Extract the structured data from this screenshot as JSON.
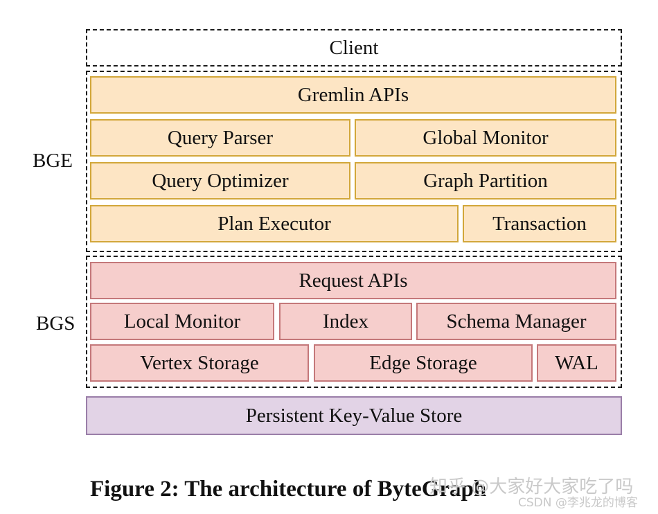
{
  "client": "Client",
  "layers": {
    "bge": {
      "label": "BGE",
      "gremlin": "Gremlin APIs",
      "query_parser": "Query Parser",
      "global_monitor": "Global Monitor",
      "query_optimizer": "Query Optimizer",
      "graph_partition": "Graph Partition",
      "plan_executor": "Plan Executor",
      "transaction": "Transaction"
    },
    "bgs": {
      "label": "BGS",
      "request_apis": "Request APIs",
      "local_monitor": "Local Monitor",
      "index": "Index",
      "schema_manager": "Schema Manager",
      "vertex_storage": "Vertex Storage",
      "edge_storage": "Edge Storage",
      "wal": "WAL"
    },
    "kv": "Persistent Key-Value Store"
  },
  "caption": "Figure 2: The architecture of ByteGraph",
  "watermark": {
    "line1": "知乎 @大家好大家吃了吗",
    "line2": "CSDN @李兆龙的博客"
  },
  "colors": {
    "bge_fill": "#fde5c4",
    "bge_border": "#d2a73a",
    "bgs_fill": "#f6cecc",
    "bgs_border": "#c4787a",
    "kv_fill": "#e2d3e6",
    "kv_border": "#9a7ea8"
  }
}
